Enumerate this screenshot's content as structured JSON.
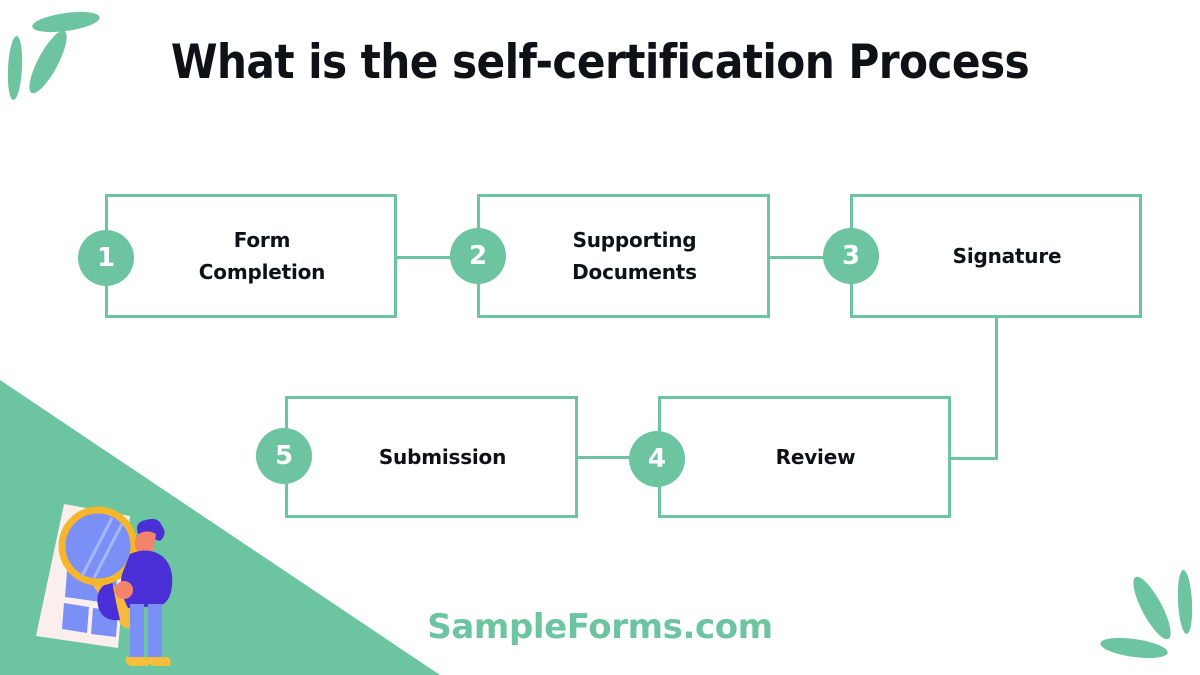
{
  "page": {
    "title": "What is the self-certification Process",
    "background_color": "#ffffff",
    "accent_color": "#6CC4A1",
    "text_color": "#0e1116"
  },
  "flow": {
    "row1": [
      {
        "number": "1",
        "label": "Form\nCompletion"
      },
      {
        "number": "2",
        "label": "Supporting\nDocuments"
      },
      {
        "number": "3",
        "label": "Signature"
      }
    ],
    "row2": [
      {
        "number": "5",
        "label": "Submission"
      },
      {
        "number": "4",
        "label": "Review"
      }
    ]
  },
  "footer": {
    "wordmark": "SampleForms.com",
    "wordmark_color": "#6CC4A1"
  },
  "decorations": {
    "leaf_color": "#6CC4A1",
    "wedge_color": "#6CC4A1",
    "top_left_leaves": "leaf-cluster-icon",
    "bottom_right_leaves": "leaf-cluster-icon"
  },
  "illustration": {
    "name": "person-inspecting-document-with-magnifier",
    "document_color": "#FAEFEC",
    "cell_color": "#7B90F7",
    "lens_color": "#7B90F7",
    "lens_rim_color": "#F6B62B",
    "handle_color": "#F4B93E",
    "hair_color": "#4A2FD6",
    "skin_color": "#F2846B",
    "shirt_color": "#4A2FD6",
    "pants_color": "#7B90F7",
    "shoes_color": "#F7BE3A"
  }
}
